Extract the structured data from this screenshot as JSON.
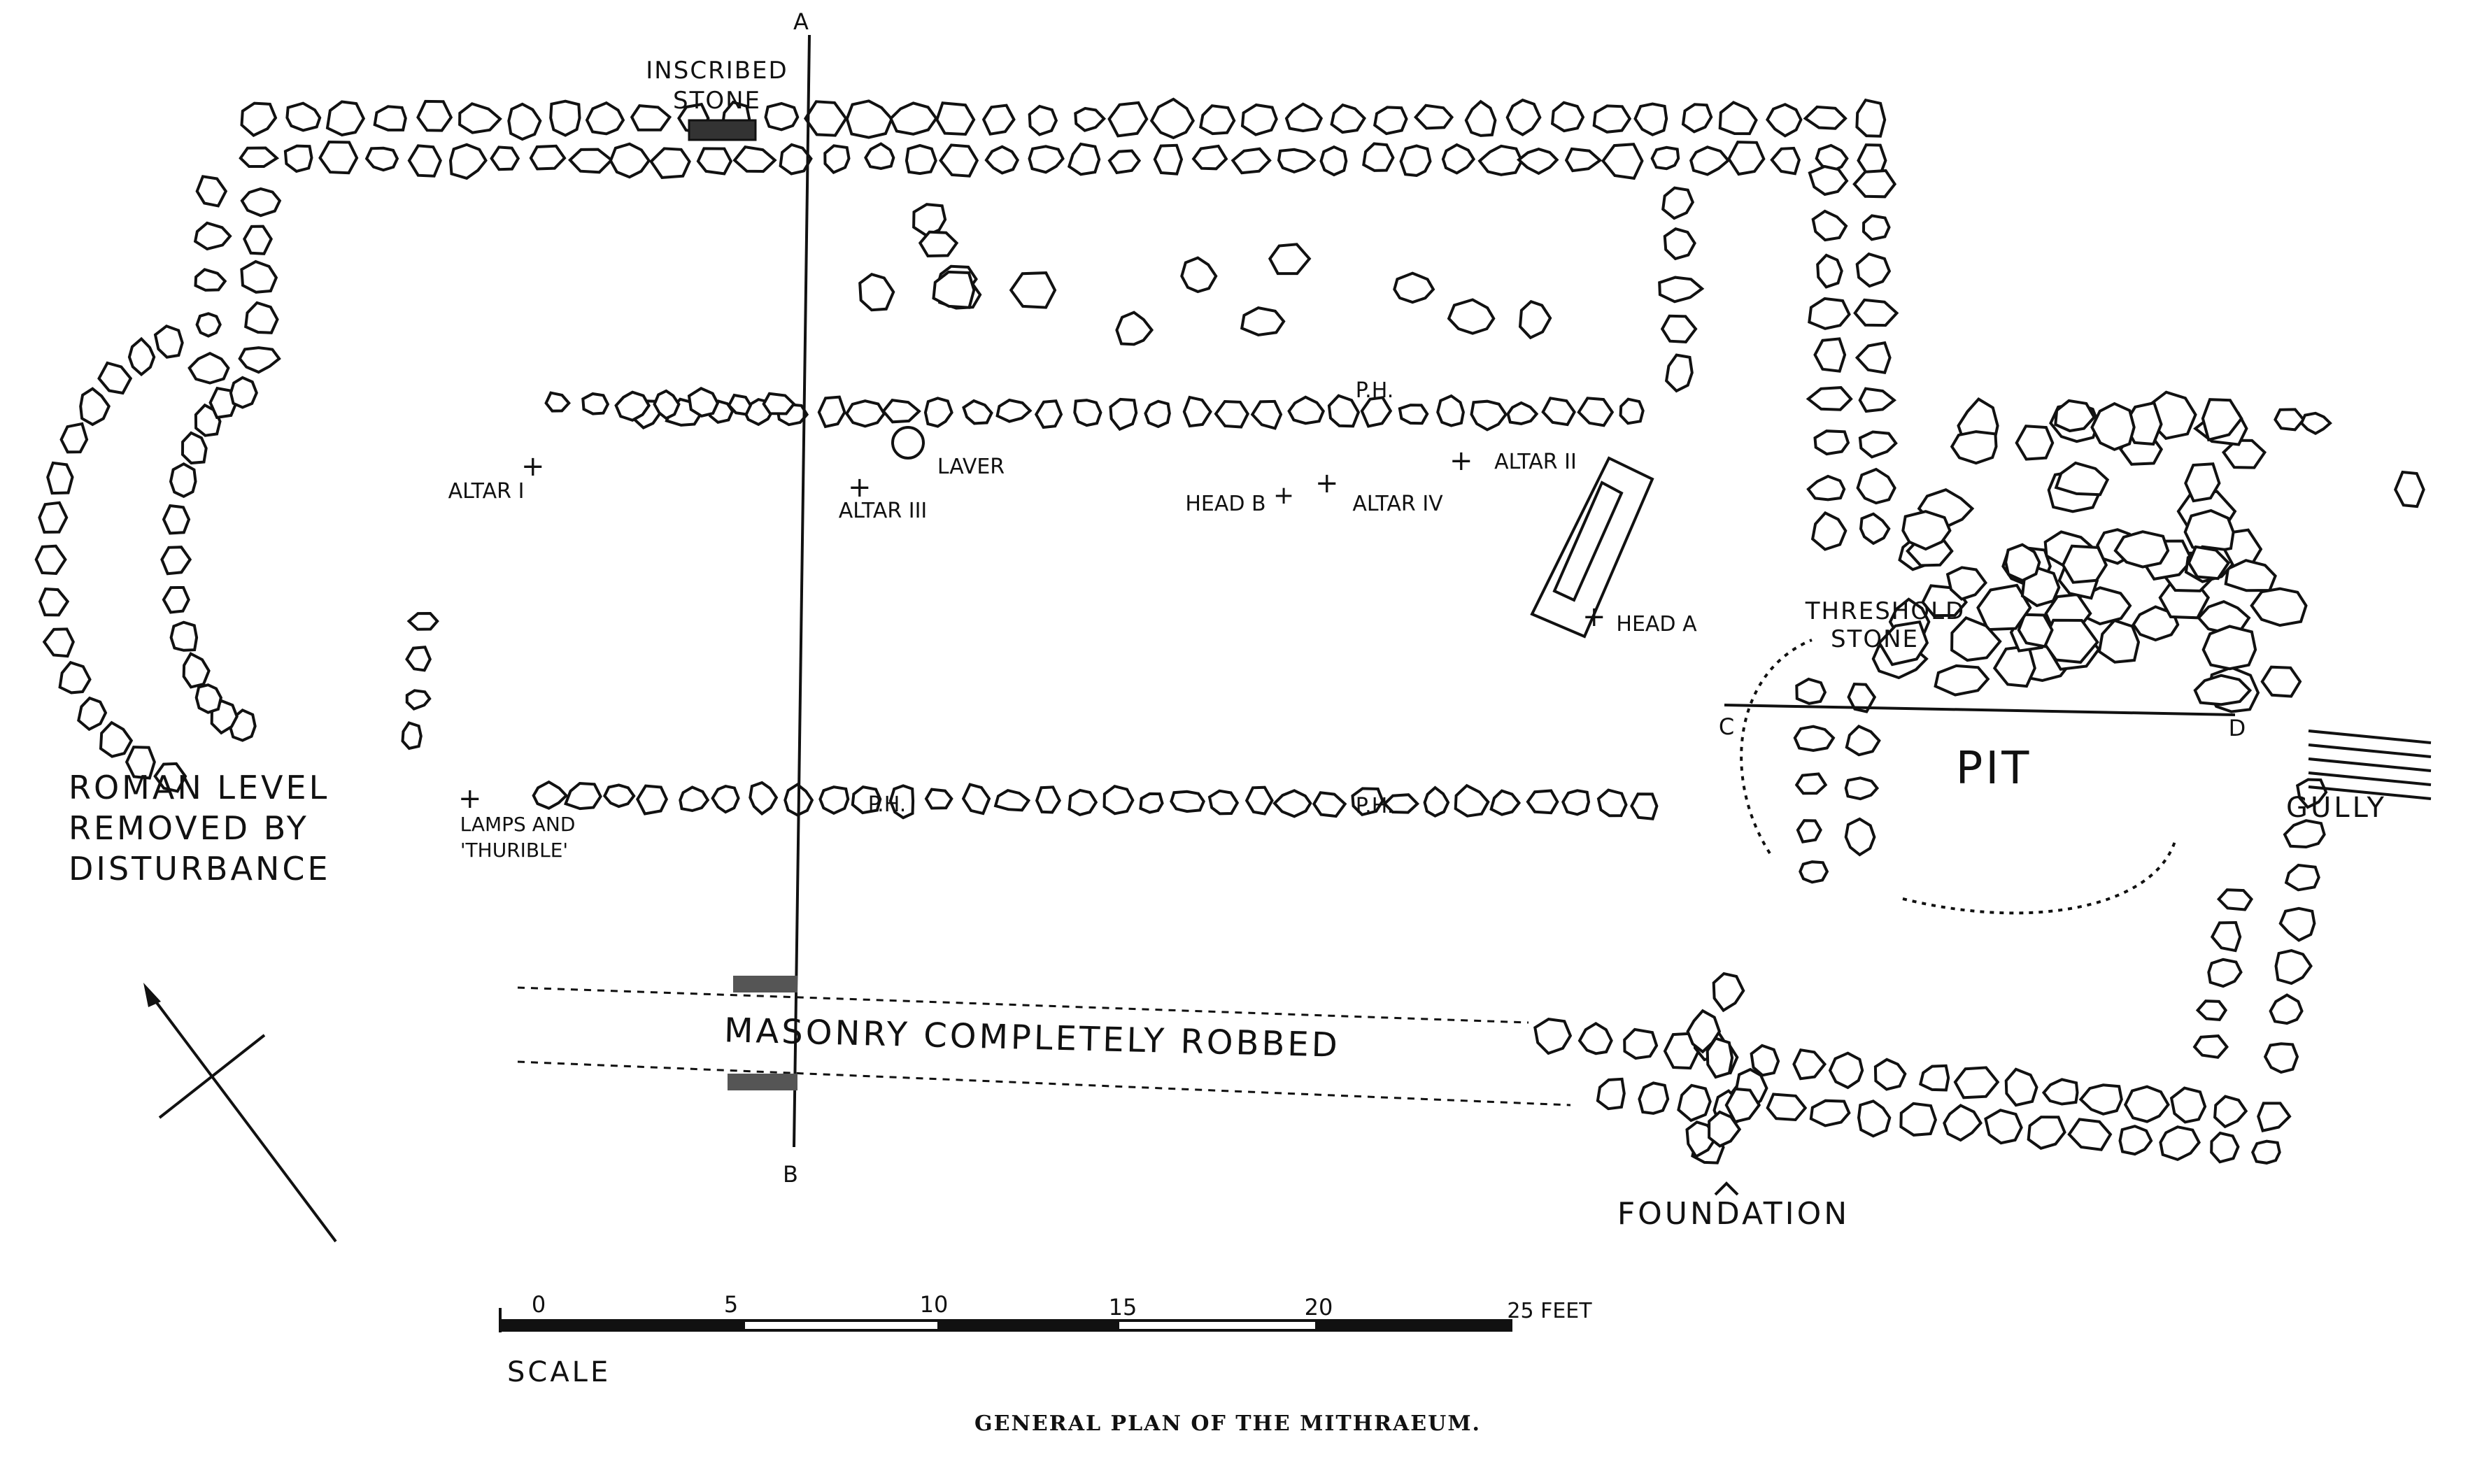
{
  "labels": {
    "section_a": "A",
    "section_b": "B",
    "section_c": "C",
    "section_d": "D",
    "inscribed_line1": "INSCRIBED",
    "inscribed_line2": "STONE",
    "altar_1": "ALTAR I",
    "altar_2": "ALTAR II",
    "altar_3": "ALTAR III",
    "altar_4": "ALTAR IV",
    "laver": "LAVER",
    "head_a": "HEAD A",
    "head_b": "HEAD B",
    "ph": "P.H.",
    "threshold_line1": "THRESHOLD",
    "threshold_line2": "STONE",
    "pit": "PIT",
    "gully": "GULLY",
    "lamps_line1": "LAMPS AND",
    "lamps_line2": "'THURIBLE'",
    "roman_line1": "ROMAN LEVEL",
    "roman_line2": "REMOVED BY",
    "roman_line3": "DISTURBANCE",
    "masonry": "MASONRY COMPLETELY ROBBED",
    "foundation": "FOUNDATION"
  },
  "scale": {
    "ticks": [
      "0",
      "5",
      "10",
      "15",
      "20",
      "25 FEET"
    ],
    "title": "SCALE"
  },
  "caption": "GENERAL PLAN OF THE MITHRAEUM."
}
